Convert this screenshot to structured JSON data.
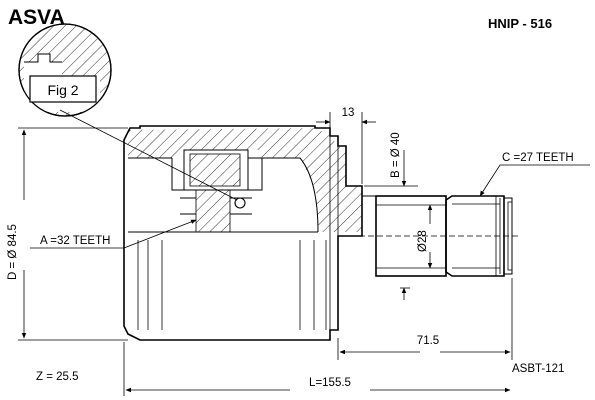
{
  "header": {
    "brand": "ASVA",
    "part_number": "HNIP - 516"
  },
  "figure": {
    "label": "Fig 2"
  },
  "dimensions": {
    "top_width": "13",
    "diameter_b": "B = Ø 40",
    "teeth_c": "C =27 TEETH",
    "diameter_d": "D = Ø 84.5",
    "teeth_a": "A =32 TEETH",
    "shaft_diameter": "Ø28",
    "shaft_length": "71.5",
    "total_length": "L=155.5",
    "z_value": "Z = 25.5"
  },
  "footer": {
    "ref_code": "ASBT-121"
  }
}
